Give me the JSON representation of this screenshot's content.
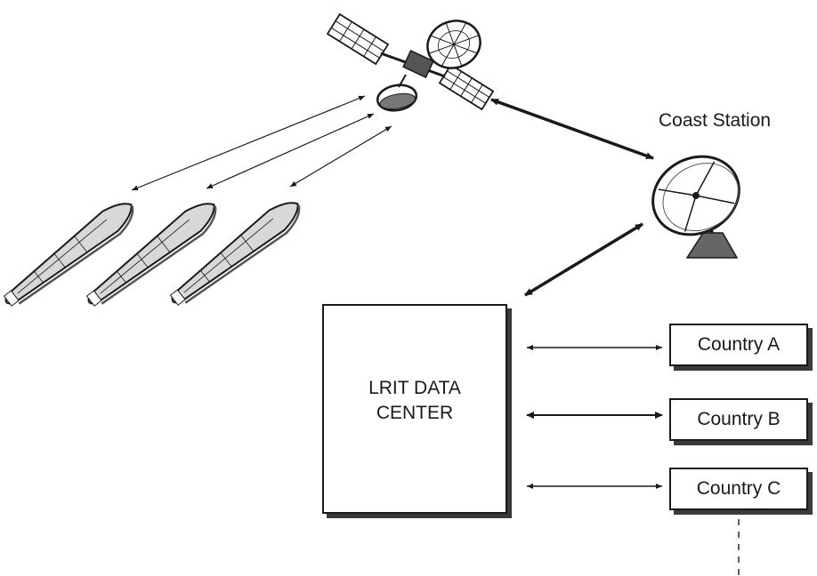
{
  "coast_station": {
    "label": "Coast Station",
    "icon": "satellite-dish-icon"
  },
  "satellite": {
    "icon": "satellite-icon"
  },
  "ships": [
    {
      "icon": "ship-icon"
    },
    {
      "icon": "ship-icon"
    },
    {
      "icon": "ship-icon"
    }
  ],
  "data_center": {
    "label_line1": "LRIT DATA",
    "label_line2": "CENTER"
  },
  "countries": [
    {
      "label": "Country A"
    },
    {
      "label": "Country B"
    },
    {
      "label": "Country C"
    }
  ],
  "colors": {
    "stroke": "#1a1a1a",
    "shadow": "#3a3a3a"
  }
}
